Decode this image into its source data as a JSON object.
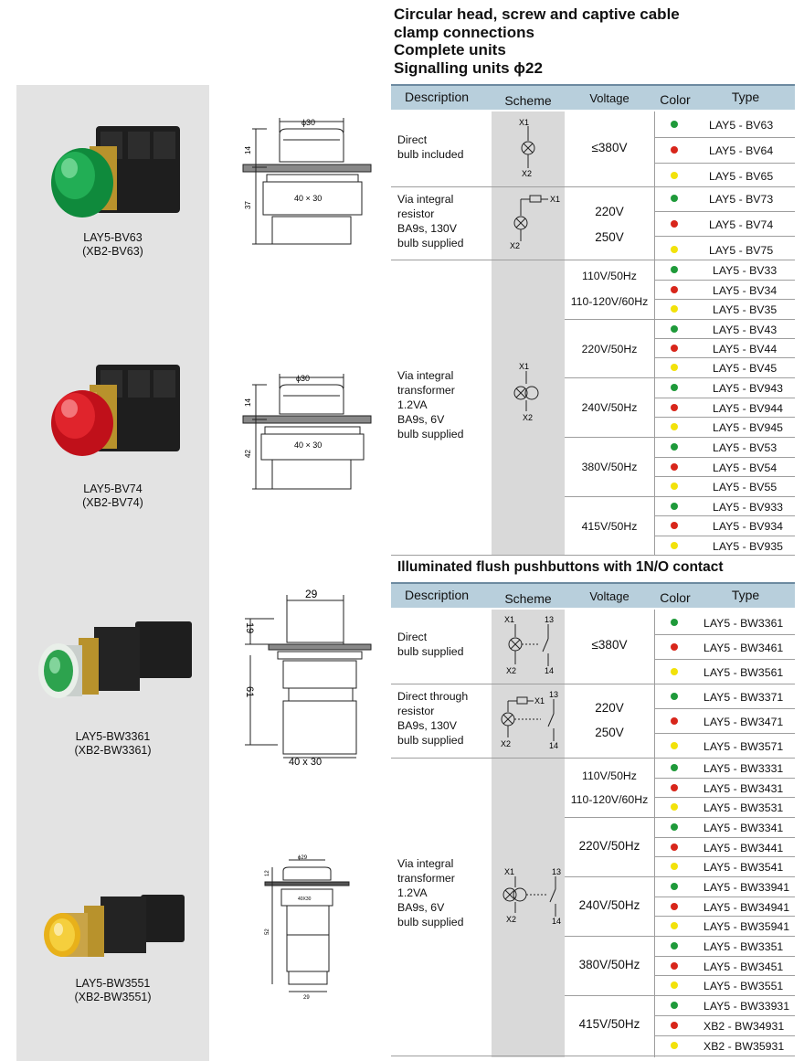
{
  "sidebar": {
    "products": [
      {
        "name": "LAY5-BV63",
        "alt": "(XB2-BV63)"
      },
      {
        "name": "LAY5-BV74",
        "alt": "(XB2-BV74)"
      },
      {
        "name": "LAY5-BW3361",
        "alt": "(XB2-BW3361)"
      },
      {
        "name": "LAY5-BW3551",
        "alt": "(XB2-BW3551)"
      }
    ]
  },
  "drawings": {
    "d1": {
      "width": "ϕ30",
      "h1": "14",
      "h2": "37",
      "box": "40 × 30"
    },
    "d2": {
      "width": "ϕ30",
      "h1": "14",
      "h2": "42",
      "box": "40 × 30"
    },
    "d3": {
      "width": "29",
      "h1": "19",
      "h2": "61",
      "box": "40 x 30"
    },
    "d4": {
      "width": "ϕ29",
      "h1": "12",
      "h2": "52",
      "box": "40X30",
      "bottom": "29"
    }
  },
  "section1": {
    "heading": [
      "Circular head,  screw and captive cable",
      "clamp connections",
      "Complete  units",
      "Signalling units  ϕ22"
    ],
    "headers": {
      "description": "Description",
      "scheme": "Scheme",
      "voltage": "Voltage",
      "color": "Color",
      "type": "Type"
    },
    "groups": [
      {
        "desc": [
          "Direct",
          "bulb included"
        ],
        "voltages": [
          "≤380V"
        ],
        "types": [
          "LAY5 - BV63",
          "LAY5 - BV64",
          "LAY5 - BV65"
        ]
      },
      {
        "desc": [
          "Via integral",
          "resistor",
          "BA9s, 130V",
          "bulb supplied"
        ],
        "voltages": [
          "220V",
          "250V"
        ],
        "types": [
          "LAY5 - BV73",
          "LAY5 - BV74",
          "LAY5 - BV75"
        ]
      },
      {
        "desc": [
          "Via integral",
          "transformer",
          "1.2VA",
          "BA9s, 6V",
          "bulb supplied"
        ],
        "subgroups": [
          {
            "voltages": [
              "110V/50Hz",
              "110-120V/60Hz"
            ],
            "types": [
              "LAY5 - BV33",
              "LAY5 - BV34",
              "LAY5 - BV35"
            ]
          },
          {
            "voltages": [
              "220V/50Hz"
            ],
            "types": [
              "LAY5 - BV43",
              "LAY5 - BV44",
              "LAY5 - BV45"
            ]
          },
          {
            "voltages": [
              "240V/50Hz"
            ],
            "types": [
              "LAY5 - BV943",
              "LAY5 - BV944",
              "LAY5 - BV945"
            ]
          },
          {
            "voltages": [
              "380V/50Hz"
            ],
            "types": [
              "LAY5 - BV53",
              "LAY5 - BV54",
              "LAY5 - BV55"
            ]
          },
          {
            "voltages": [
              "415V/50Hz"
            ],
            "types": [
              "LAY5 - BV933",
              "LAY5 - BV934",
              "LAY5 - BV935"
            ]
          }
        ]
      }
    ]
  },
  "section2": {
    "heading": "Illuminated flush pushbuttons with 1N/O contact",
    "headers": {
      "description": "Description",
      "scheme": "Scheme",
      "voltage": "Voltage",
      "color": "Color",
      "type": "Type"
    },
    "groups": [
      {
        "desc": [
          "Direct",
          "bulb supplied"
        ],
        "voltages": [
          "≤380V"
        ],
        "types": [
          "LAY5 - BW3361",
          "LAY5 - BW3461",
          "LAY5 - BW3561"
        ]
      },
      {
        "desc": [
          "Direct through",
          "resistor",
          "BA9s, 130V",
          "bulb supplied"
        ],
        "voltages": [
          "220V",
          "250V"
        ],
        "types": [
          "LAY5 - BW3371",
          "LAY5 - BW3471",
          "LAY5 - BW3571"
        ]
      },
      {
        "desc": [
          "Via integral",
          "transformer",
          "1.2VA",
          "BA9s, 6V",
          "bulb supplied"
        ],
        "subgroups": [
          {
            "voltages": [
              "110V/50Hz",
              "110-120V/60Hz"
            ],
            "types": [
              "LAY5 - BW3331",
              "LAY5 - BW3431",
              "LAY5 - BW3531"
            ]
          },
          {
            "voltages": [
              "220V/50Hz"
            ],
            "types": [
              "LAY5 - BW3341",
              "LAY5 - BW3441",
              "LAY5 - BW3541"
            ]
          },
          {
            "voltages": [
              "240V/50Hz"
            ],
            "types": [
              "LAY5 - BW33941",
              "LAY5 - BW34941",
              "LAY5 - BW35941"
            ]
          },
          {
            "voltages": [
              "380V/50Hz"
            ],
            "types": [
              "LAY5 - BW3351",
              "LAY5 - BW3451",
              "LAY5 - BW3551"
            ]
          },
          {
            "voltages": [
              "415V/50Hz"
            ],
            "types": [
              "LAY5 - BW33931",
              "XB2 - BW34931",
              "XB2 - BW35931"
            ]
          }
        ]
      }
    ]
  },
  "scheme_labels": {
    "x1": "X1",
    "x2": "X2",
    "n13": "13",
    "n14": "14"
  },
  "dot_colors": {
    "green": "#1f9a3a",
    "red": "#d8261b",
    "yellow": "#f2e20a"
  },
  "header_color": "#b8cfdc"
}
